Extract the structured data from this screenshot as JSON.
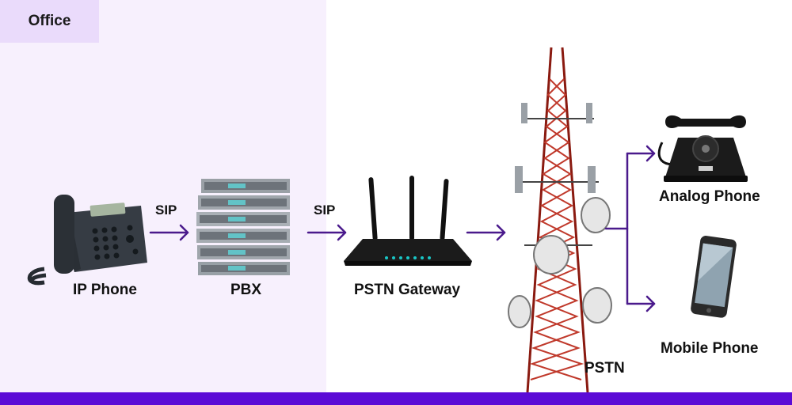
{
  "zone": {
    "label": "Office"
  },
  "nodes": {
    "ip_phone": "IP Phone",
    "pbx": "PBX",
    "gateway": "PSTN Gateway",
    "pstn": "PSTN",
    "analog_phone": "Analog Phone",
    "mobile_phone": "Mobile Phone"
  },
  "links": {
    "phone_to_pbx": "SIP",
    "pbx_to_gateway": "SIP"
  },
  "colors": {
    "office_bg": "#f7f0fd",
    "office_tag_bg": "#eadbfb",
    "arrow": "#4a1a8c",
    "bottom_bar": "#5b0bd6",
    "gateway_leds": "#19c6c6"
  }
}
